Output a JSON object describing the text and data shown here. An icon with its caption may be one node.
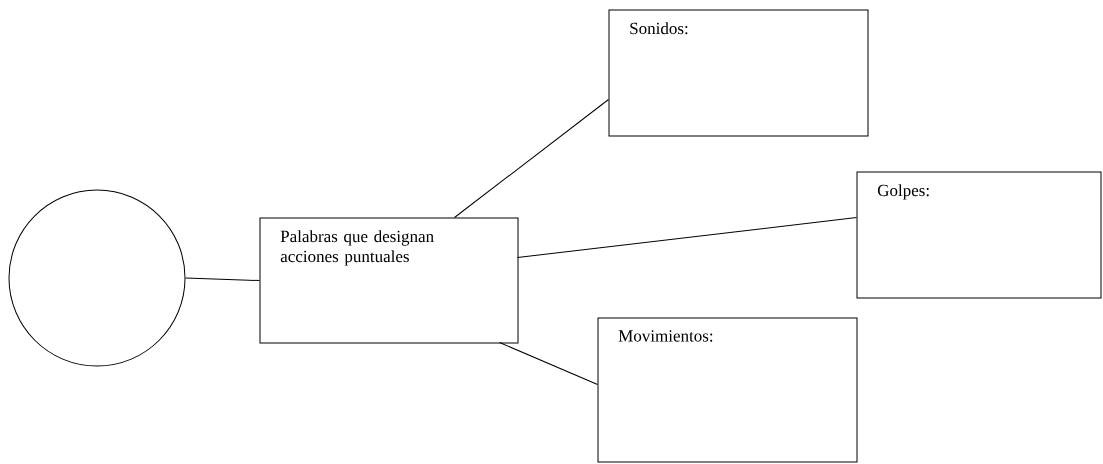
{
  "diagram": {
    "nodes": [
      {
        "text": [],
        "shape": "circle"
      },
      {
        "text": [
          "Palabras que designan acciones puntuales"
        ]
      },
      {
        "text": [
          "Sonidos:"
        ]
      },
      {
        "text": [
          "Golpes:"
        ]
      },
      {
        "text": [
          "Movimientos:"
        ]
      }
    ],
    "edges": [
      {
        "from": 0,
        "to": 1,
        "arrow": "none"
      },
      {
        "from": 1,
        "to": 2,
        "arrow": "none"
      },
      {
        "from": 1,
        "to": 3,
        "arrow": "none"
      },
      {
        "from": 1,
        "to": 4,
        "arrow": "none"
      }
    ]
  }
}
